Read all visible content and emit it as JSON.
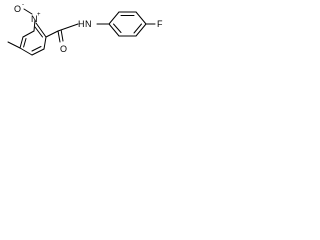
{
  "molecule": {
    "atoms": {
      "oxide_o": "O",
      "ring_n": "N",
      "ring_n_charge": "+",
      "oxide_charge": "-",
      "amide_o": "O",
      "amide_nh": "N",
      "amide_h": "H",
      "fluorine": "F"
    }
  }
}
